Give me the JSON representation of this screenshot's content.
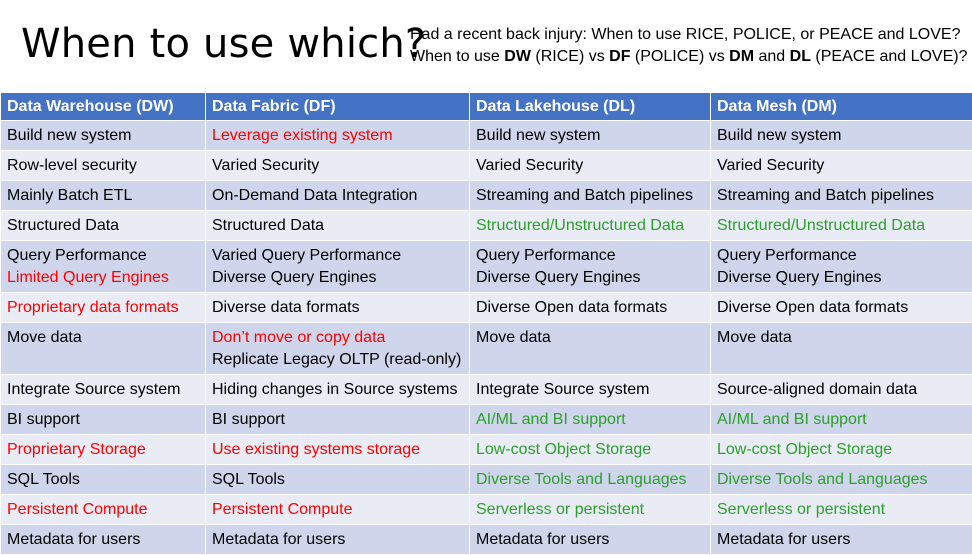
{
  "header": {
    "title": "When to use which?",
    "subtitle_line1": "Had a recent back injury: When to use RICE, POLICE, or PEACE and LOVE?",
    "subtitle_line2": {
      "p1": "When to use ",
      "dw": "DW",
      "p2": " (RICE) vs ",
      "df": "DF",
      "p3": " (POLICE) vs ",
      "dm": "DM",
      "p4": " and ",
      "dl": "DL",
      "p5": " (PEACE and LOVE)?"
    }
  },
  "colors": {
    "header_bg": "#4472c4",
    "row_odd": "#cfd5ea",
    "row_even": "#e9ebf5",
    "negative": "#ff0000",
    "positive": "#2ca02c"
  },
  "table": {
    "columns": [
      "Data Warehouse (DW)",
      "Data Fabric (DF)",
      "Data Lakehouse (DL)",
      "Data Mesh (DM)"
    ],
    "rows": [
      [
        {
          "lines": [
            {
              "text": "Build new system",
              "c": "black"
            }
          ]
        },
        {
          "lines": [
            {
              "text": "Leverage existing system",
              "c": "red"
            }
          ]
        },
        {
          "lines": [
            {
              "text": "Build new system",
              "c": "black"
            }
          ]
        },
        {
          "lines": [
            {
              "text": "Build new system",
              "c": "black"
            }
          ]
        }
      ],
      [
        {
          "lines": [
            {
              "text": "Row-level security",
              "c": "black"
            }
          ]
        },
        {
          "lines": [
            {
              "text": "Varied Security",
              "c": "black"
            }
          ]
        },
        {
          "lines": [
            {
              "text": "Varied Security",
              "c": "black"
            }
          ]
        },
        {
          "lines": [
            {
              "text": "Varied Security",
              "c": "black"
            }
          ]
        }
      ],
      [
        {
          "lines": [
            {
              "text": "Mainly Batch ETL",
              "c": "black"
            }
          ]
        },
        {
          "lines": [
            {
              "text": "On-Demand Data Integration",
              "c": "black"
            }
          ]
        },
        {
          "lines": [
            {
              "text": "Streaming and Batch pipelines",
              "c": "black"
            }
          ]
        },
        {
          "lines": [
            {
              "text": "Streaming and Batch pipelines",
              "c": "black"
            }
          ]
        }
      ],
      [
        {
          "lines": [
            {
              "text": "Structured Data",
              "c": "black"
            }
          ]
        },
        {
          "lines": [
            {
              "text": "Structured Data",
              "c": "black"
            }
          ]
        },
        {
          "lines": [
            {
              "text": "Structured/Unstructured Data",
              "c": "green"
            }
          ]
        },
        {
          "lines": [
            {
              "text": "Structured/Unstructured Data",
              "c": "green"
            }
          ]
        }
      ],
      [
        {
          "lines": [
            {
              "text": "Query Performance",
              "c": "black"
            },
            {
              "text": "Limited Query Engines",
              "c": "red"
            }
          ]
        },
        {
          "lines": [
            {
              "text": "Varied Query Performance",
              "c": "black"
            },
            {
              "text": "Diverse Query Engines",
              "c": "black"
            }
          ]
        },
        {
          "lines": [
            {
              "text": "Query Performance",
              "c": "black"
            },
            {
              "text": "Diverse Query Engines",
              "c": "black"
            }
          ]
        },
        {
          "lines": [
            {
              "text": "Query Performance",
              "c": "black"
            },
            {
              "text": "Diverse Query Engines",
              "c": "black"
            }
          ]
        }
      ],
      [
        {
          "lines": [
            {
              "text": "Proprietary data formats",
              "c": "red"
            }
          ]
        },
        {
          "lines": [
            {
              "text": "Diverse data formats",
              "c": "black"
            }
          ]
        },
        {
          "lines": [
            {
              "text": "Diverse Open data formats",
              "c": "black"
            }
          ]
        },
        {
          "lines": [
            {
              "text": "Diverse Open data formats",
              "c": "black"
            }
          ]
        }
      ],
      [
        {
          "lines": [
            {
              "text": "Move data",
              "c": "black"
            }
          ]
        },
        {
          "lines": [
            {
              "text": "Don’t move or copy data",
              "c": "red"
            },
            {
              "text": "Replicate Legacy OLTP (read-only)",
              "c": "black"
            }
          ]
        },
        {
          "lines": [
            {
              "text": "Move data",
              "c": "black"
            }
          ]
        },
        {
          "lines": [
            {
              "text": "Move data",
              "c": "black"
            }
          ]
        }
      ],
      [
        {
          "lines": [
            {
              "text": "Integrate Source system",
              "c": "black"
            }
          ]
        },
        {
          "lines": [
            {
              "text": "Hiding changes in Source systems",
              "c": "black"
            }
          ]
        },
        {
          "lines": [
            {
              "text": "Integrate Source system",
              "c": "black"
            }
          ]
        },
        {
          "lines": [
            {
              "text": "Source-aligned domain data",
              "c": "black"
            }
          ]
        }
      ],
      [
        {
          "lines": [
            {
              "text": "BI support",
              "c": "black"
            }
          ]
        },
        {
          "lines": [
            {
              "text": "BI support",
              "c": "black"
            }
          ]
        },
        {
          "lines": [
            {
              "text": "AI/ML and BI support",
              "c": "green"
            }
          ]
        },
        {
          "lines": [
            {
              "text": "AI/ML and BI support",
              "c": "green"
            }
          ]
        }
      ],
      [
        {
          "lines": [
            {
              "text": "Proprietary Storage",
              "c": "red"
            }
          ]
        },
        {
          "lines": [
            {
              "text": "Use existing systems storage",
              "c": "red"
            }
          ]
        },
        {
          "lines": [
            {
              "text": "Low-cost Object Storage",
              "c": "green"
            }
          ]
        },
        {
          "lines": [
            {
              "text": "Low-cost Object Storage",
              "c": "green"
            }
          ]
        }
      ],
      [
        {
          "lines": [
            {
              "text": "SQL Tools",
              "c": "black"
            }
          ]
        },
        {
          "lines": [
            {
              "text": "SQL Tools",
              "c": "black"
            }
          ]
        },
        {
          "lines": [
            {
              "text": "Diverse Tools and Languages",
              "c": "green"
            }
          ]
        },
        {
          "lines": [
            {
              "text": "Diverse Tools and Languages",
              "c": "green"
            }
          ]
        }
      ],
      [
        {
          "lines": [
            {
              "text": "Persistent Compute",
              "c": "red"
            }
          ]
        },
        {
          "lines": [
            {
              "text": "Persistent Compute",
              "c": "red"
            }
          ]
        },
        {
          "lines": [
            {
              "text": "Serverless or persistent",
              "c": "green"
            }
          ]
        },
        {
          "lines": [
            {
              "text": "Serverless or persistent",
              "c": "green"
            }
          ]
        }
      ],
      [
        {
          "lines": [
            {
              "text": "Metadata for users",
              "c": "black"
            }
          ]
        },
        {
          "lines": [
            {
              "text": "Metadata for users",
              "c": "black"
            }
          ]
        },
        {
          "lines": [
            {
              "text": "Metadata for users",
              "c": "black"
            }
          ]
        },
        {
          "lines": [
            {
              "text": "Metadata for users",
              "c": "black"
            }
          ]
        }
      ]
    ]
  }
}
